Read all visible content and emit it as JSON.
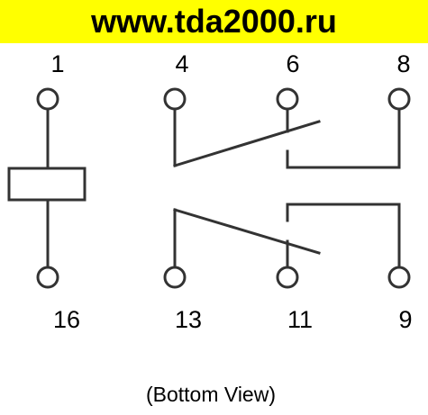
{
  "site_banner": "www.tda2000.ru",
  "pins": {
    "p1": "1",
    "p4": "4",
    "p6": "6",
    "p8": "8",
    "p16": "16",
    "p13": "13",
    "p11": "11",
    "p9": "9"
  },
  "caption": "(Bottom View)",
  "colors": {
    "banner_bg": "#ffff00",
    "line": "#333333",
    "text": "#000000"
  }
}
